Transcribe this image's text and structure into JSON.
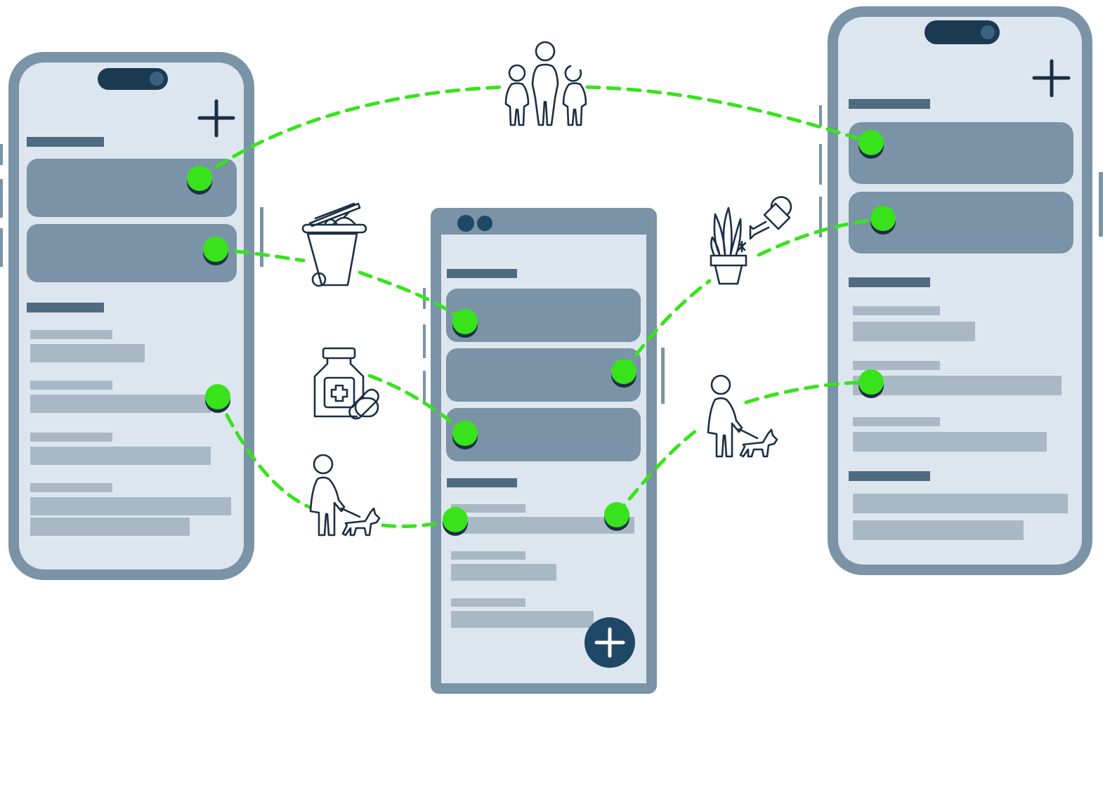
{
  "colors": {
    "frame": "#7a93a6",
    "screen": "#dde6ee",
    "card": "#7a93a6",
    "heading_bar": "#4f6b82",
    "placeholder": "#a8b9c5",
    "notch": "#1b3a52",
    "dark_accent": "#1f4866",
    "connector": "#38e31c",
    "icon_stroke": "#1b2f45"
  },
  "icons": [
    "family-icon",
    "trash-bin-icon",
    "medicine-bottle-icon",
    "dog-walker-icon",
    "house-plant-icon",
    "watering-can-icon"
  ],
  "phones": [
    {
      "name": "phone-left",
      "header_action": "plus-icon"
    },
    {
      "name": "phone-center",
      "header_action": "floating-add-button"
    },
    {
      "name": "phone-right",
      "header_action": "plus-icon"
    }
  ]
}
